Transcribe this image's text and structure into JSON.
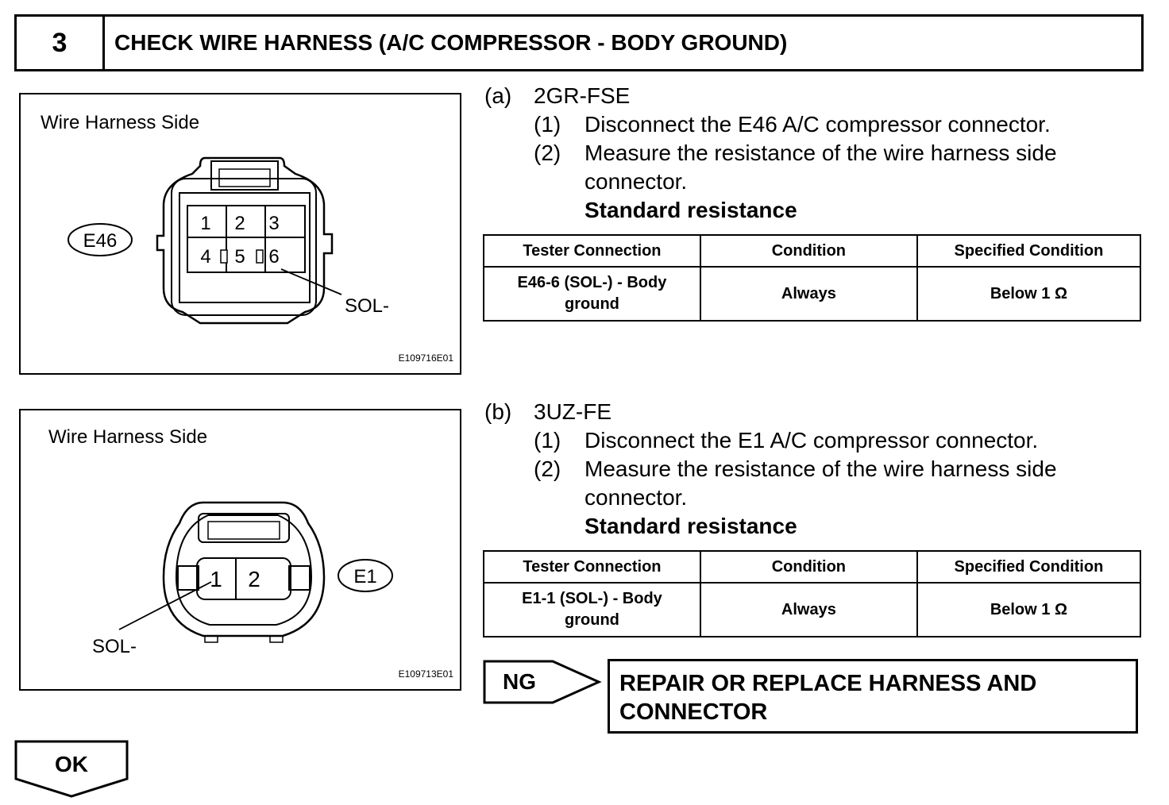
{
  "step": {
    "number": "3",
    "title": "CHECK WIRE HARNESS (A/C COMPRESSOR - BODY GROUND)"
  },
  "figures": [
    {
      "caption": "Wire Harness Side",
      "connector": "E46",
      "pins": [
        "1",
        "2",
        "3",
        "4",
        "5",
        "6"
      ],
      "callout": "SOL-",
      "code": "E109716E01"
    },
    {
      "caption": "Wire Harness Side",
      "connector": "E1",
      "pins": [
        "1",
        "2"
      ],
      "callout": "SOL-",
      "code": "E109713E01"
    }
  ],
  "sections": [
    {
      "label": "(a)",
      "engine": "2GR-FSE",
      "steps": [
        {
          "label": "(1)",
          "text": "Disconnect the E46 A/C compressor connector."
        },
        {
          "label": "(2)",
          "text": "Measure the resistance of the wire harness side",
          "text2": "connector."
        }
      ],
      "standard_label": "Standard resistance",
      "table": {
        "headers": [
          "Tester Connection",
          "Condition",
          "Specified Condition"
        ],
        "row": {
          "connection_1": "E46-6 (SOL-) - Body",
          "connection_2": "ground",
          "condition": "Always",
          "specified": "Below 1 Ω"
        }
      }
    },
    {
      "label": "(b)",
      "engine": "3UZ-FE",
      "steps": [
        {
          "label": "(1)",
          "text": "Disconnect the E1 A/C compressor connector."
        },
        {
          "label": "(2)",
          "text": "Measure the resistance of the wire harness side",
          "text2": "connector."
        }
      ],
      "standard_label": "Standard resistance",
      "table": {
        "headers": [
          "Tester Connection",
          "Condition",
          "Specified Condition"
        ],
        "row": {
          "connection_1": "E1-1 (SOL-) - Body",
          "connection_2": "ground",
          "condition": "Always",
          "specified": "Below 1 Ω"
        }
      }
    }
  ],
  "results": {
    "ng_label": "NG",
    "ng_action_line1": "REPAIR OR REPLACE HARNESS AND",
    "ng_action_line2": "CONNECTOR",
    "ok_label": "OK"
  }
}
